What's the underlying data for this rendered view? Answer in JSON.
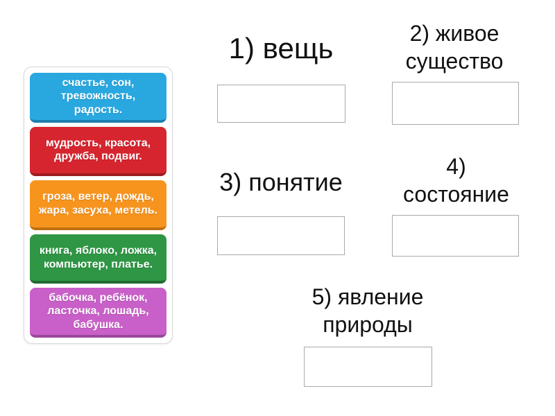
{
  "cards": [
    {
      "text": "счастье, сон, тревожность, радость.",
      "bg": "#29a8e0",
      "edge": "#1d7fae"
    },
    {
      "text": "мудрость, красота, дружба, подвиг.",
      "bg": "#d6252e",
      "edge": "#9e1b22"
    },
    {
      "text": "гроза, ветер, дождь, жара, засуха, метель.",
      "bg": "#f7941e",
      "edge": "#c06f10"
    },
    {
      "text": "книга, яблоко, ложка, компьютер, платье.",
      "bg": "#2e9644",
      "edge": "#206b31"
    },
    {
      "text": "бабочка, ребёнок, ласточка, лошадь, бабушка.",
      "bg": "#c95fc9",
      "edge": "#99479b"
    }
  ],
  "categories": [
    {
      "label": "1) вещь"
    },
    {
      "label": "2) живое существо"
    },
    {
      "label": "3) понятие"
    },
    {
      "label": "4) состояние"
    },
    {
      "label": "5) явление природы"
    }
  ]
}
